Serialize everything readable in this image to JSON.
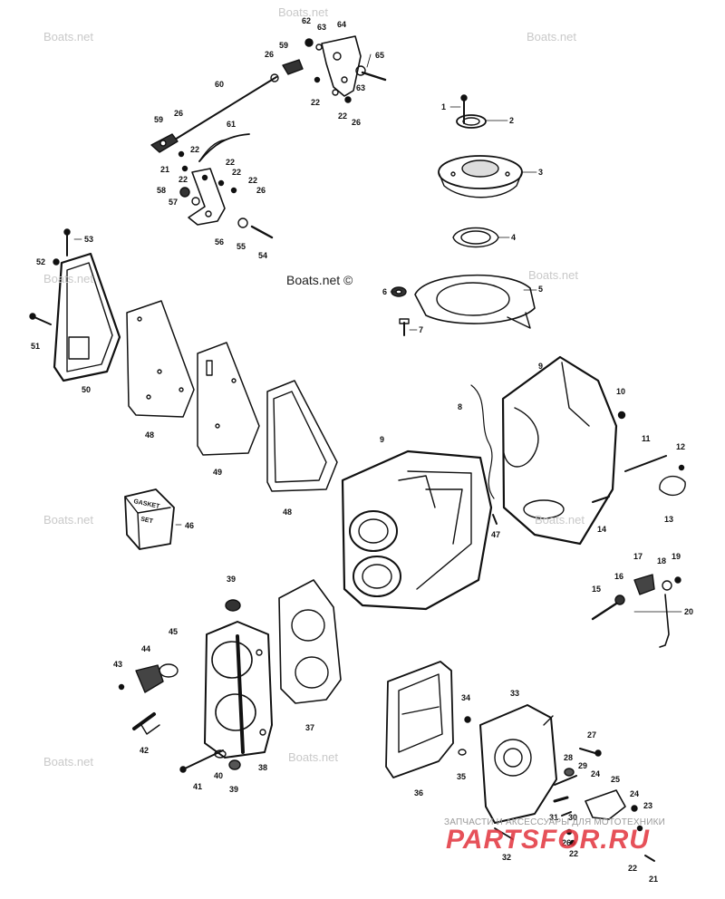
{
  "watermarks": {
    "text": "Boats.net",
    "strong_text": "Boats.net ©"
  },
  "banner": {
    "text": "ЗАПЧАСТИ И АКСЕССУАРЫ ДЛЯ МОТОТЕХНИКИ",
    "logo": "PARTSFOR.RU"
  },
  "callouts": {
    "c62": "62",
    "c63a": "63",
    "c64a": "64",
    "c59a": "59",
    "c26a": "26",
    "c65": "65",
    "c60": "60",
    "c63b": "63",
    "c22a": "22",
    "c22b": "22",
    "c26b": "26",
    "c1": "1",
    "c2": "2",
    "c3": "3",
    "c4": "4",
    "c5": "5",
    "c6": "6",
    "c7": "7",
    "c59b": "59",
    "c26c": "26",
    "c61": "61",
    "c22c": "22",
    "c21a": "21",
    "c22d": "22",
    "c22e": "22",
    "c22f": "22",
    "c22g": "22",
    "c26d": "26",
    "c58": "58",
    "c57": "57",
    "c56": "56",
    "c55": "55",
    "c54": "54",
    "c53": "53",
    "c52": "52",
    "c51": "51",
    "c50": "50",
    "c48a": "48",
    "c49": "49",
    "c48b": "48",
    "c9a": "9",
    "c8": "8",
    "c9b": "9",
    "c10": "10",
    "c11": "11",
    "c12": "12",
    "c13": "13",
    "c14": "14",
    "c47": "47",
    "c46": "46",
    "c17": "17",
    "c18": "18",
    "c19": "19",
    "c16a": "16",
    "c15": "15",
    "c20": "20",
    "c39a": "39",
    "c45": "45",
    "c44": "44",
    "c43": "43",
    "c42": "42",
    "c41": "41",
    "c40": "40",
    "c39b": "39",
    "c38": "38",
    "c37": "37",
    "c34": "34",
    "c33": "33",
    "c35": "35",
    "c36": "36",
    "c27": "27",
    "c28": "28",
    "c29": "29",
    "c24a": "24",
    "c25": "25",
    "c24b": "24",
    "c23": "23",
    "c31": "31",
    "c30": "30",
    "c26e": "26",
    "c22h": "22",
    "c32": "32",
    "c22i": "22",
    "c21b": "21"
  },
  "box_label": {
    "line1": "GASKET",
    "line2": "SET"
  }
}
